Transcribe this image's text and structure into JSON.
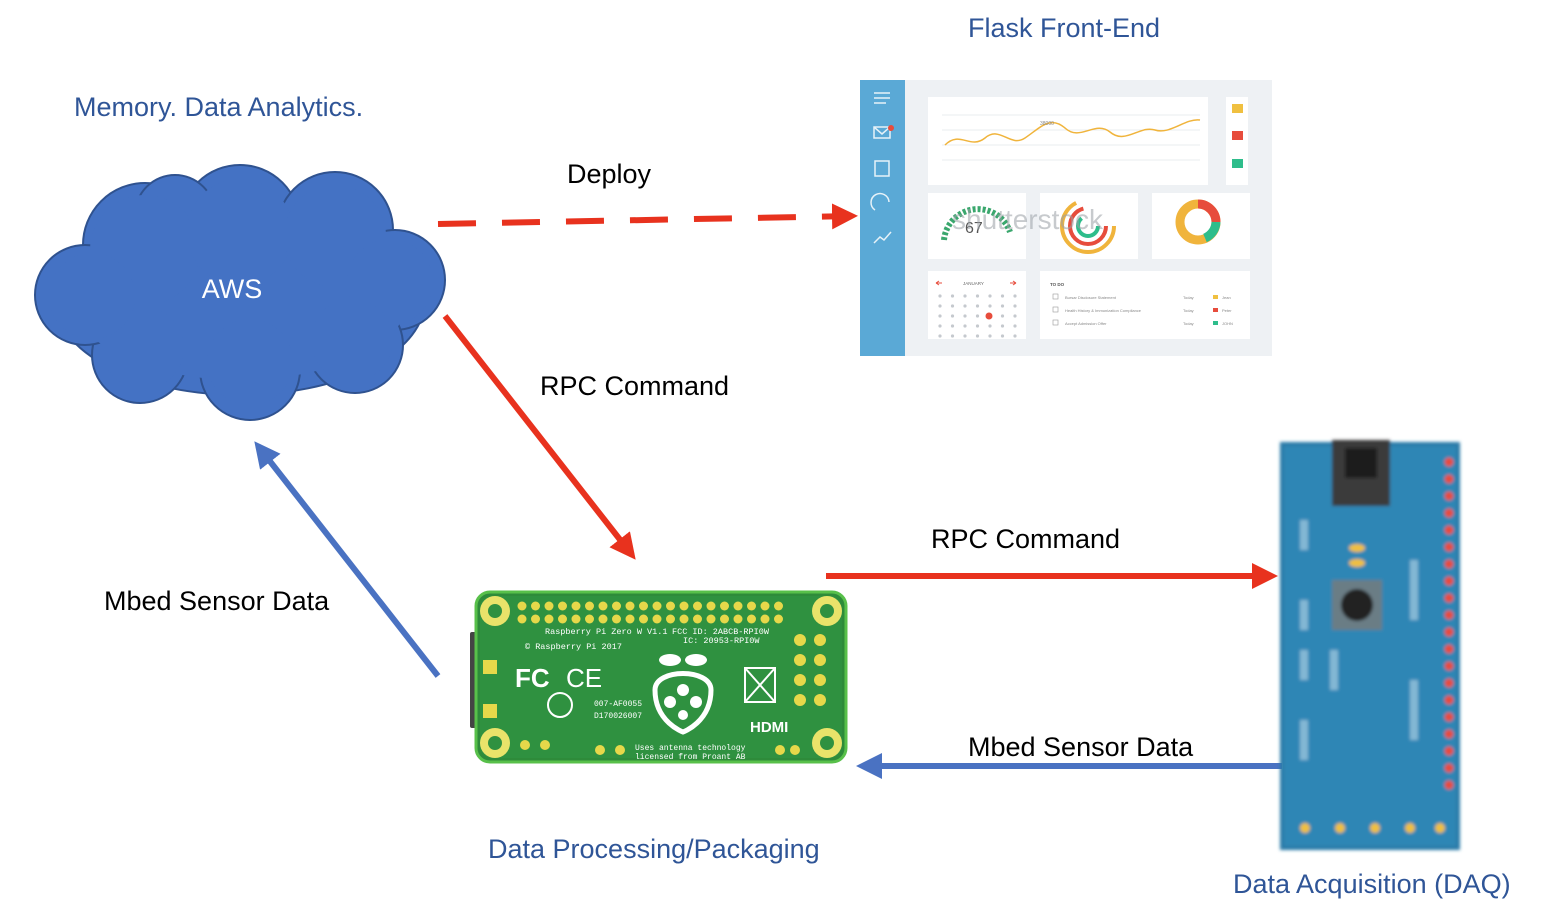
{
  "labels": {
    "flask_title": "Flask Front-End",
    "memory_title": "Memory. Data Analytics.",
    "deploy": "Deploy",
    "aws": "AWS",
    "rpc_command_1": "RPC Command",
    "rpc_command_2": "RPC Command",
    "mbed_sensor_data_1": "Mbed Sensor Data",
    "mbed_sensor_data_2": "Mbed Sensor Data",
    "data_processing": "Data Processing/Packaging",
    "data_acquisition": "Data Acquisition (DAQ)"
  },
  "dashboard": {
    "gauge_value": "67",
    "calendar_month": "JANUARY",
    "todo_title": "TO DO",
    "watermark": "shutterstock",
    "peak_label": "38000",
    "todo_items": [
      {
        "text": "Bursar Disclosure Statement",
        "when": "Today",
        "who": "Jean"
      },
      {
        "text": "Health History & Immunization Compliance",
        "when": "Today",
        "who": "Peter"
      },
      {
        "text": "Accept Admission Offer",
        "when": "Today",
        "who": "JOHN"
      }
    ],
    "legend": [
      "Jean",
      "Peter",
      "John"
    ]
  },
  "pi_board": {
    "model": "Raspberry Pi Zero W V1.1",
    "copyright": "© Raspberry Pi 2017",
    "fcc": "FCC ID: 2ABCB-RPI0W",
    "ic": "IC: 20953-RPI0W",
    "cert1": "007-AF0055",
    "cert2": "D170026007",
    "antenna1": "Uses antenna technology",
    "antenna2": "licensed from Proant AB",
    "hdmi": "HDMI"
  },
  "colors": {
    "cloud": "#4472c4",
    "red_arrow": "#e8321e",
    "blue_arrow": "#4a72c2",
    "title_blue": "#2f5597",
    "sidebar": "#5aa9d6",
    "pcb": "#2e8b3a",
    "mbed": "#2b7aa8"
  }
}
